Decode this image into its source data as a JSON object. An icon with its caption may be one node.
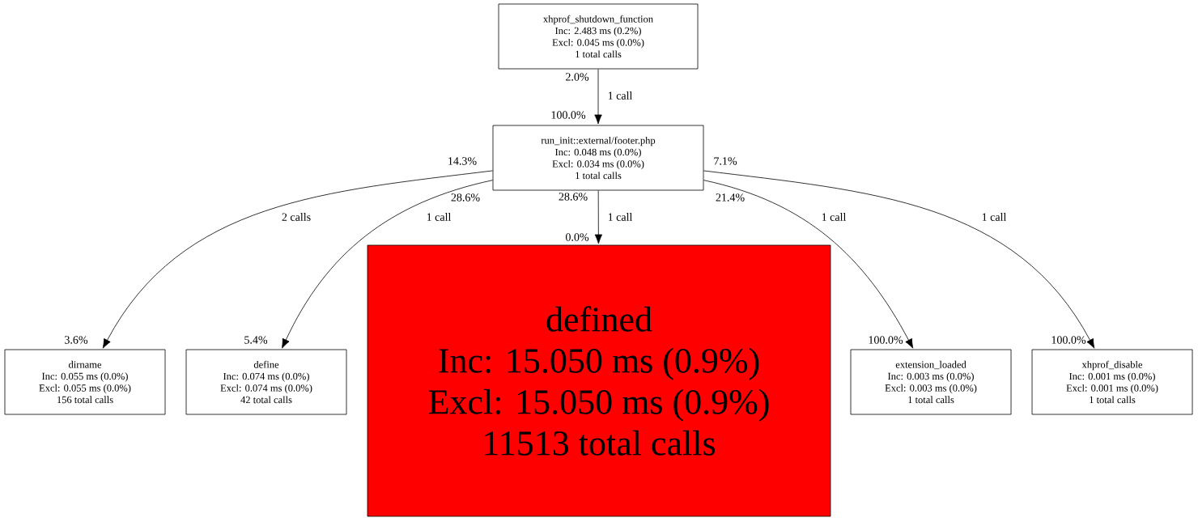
{
  "diagram": {
    "nodes": [
      {
        "text": [
          "xhprof_shutdown_function",
          "Inc: 2.483 ms (0.2%)",
          "Excl: 0.045 ms (0.0%)",
          "1 total calls"
        ]
      },
      {
        "text": [
          "run_init::external/footer.php",
          "Inc: 0.048 ms (0.0%)",
          "Excl: 0.034 ms (0.0%)",
          "1 total calls"
        ]
      },
      {
        "text": [
          "dirname",
          "Inc: 0.055 ms (0.0%)",
          "Excl: 0.055 ms (0.0%)",
          "156 total calls"
        ]
      },
      {
        "text": [
          "define",
          "Inc: 0.074 ms (0.0%)",
          "Excl: 0.074 ms (0.0%)",
          "42 total calls"
        ]
      },
      {
        "text": [
          "defined",
          "Inc: 15.050 ms (0.9%)",
          "Excl: 15.050 ms (0.9%)",
          "11513 total calls"
        ]
      },
      {
        "text": [
          "extension_loaded",
          "Inc: 0.003 ms (0.0%)",
          "Excl: 0.003 ms (0.0%)",
          "1 total calls"
        ]
      },
      {
        "text": [
          "xhprof_disable",
          "Inc: 0.001 ms (0.0%)",
          "Excl: 0.001 ms (0.0%)",
          "1 total calls"
        ]
      }
    ],
    "edges": [
      {
        "from": 0,
        "to": 1,
        "arrow": "to",
        "label": "1 call"
      },
      {
        "from": 1,
        "to": 2,
        "arrow": "to",
        "label": "2 calls"
      },
      {
        "from": 1,
        "to": 3,
        "arrow": "to",
        "label": "1 call"
      },
      {
        "from": 1,
        "to": 4,
        "arrow": "to",
        "label": "1 call"
      },
      {
        "from": 1,
        "to": 5,
        "arrow": "to",
        "label": "1 call"
      },
      {
        "from": 1,
        "to": 6,
        "arrow": "to",
        "label": "1 call"
      }
    ],
    "labels": [
      "2.0%",
      "100.0%",
      "14.3%",
      "7.1%",
      "28.6%",
      "28.6%",
      "21.4%",
      "0.0%",
      "3.6%",
      "5.4%",
      "100.0%",
      "100.0%"
    ]
  }
}
